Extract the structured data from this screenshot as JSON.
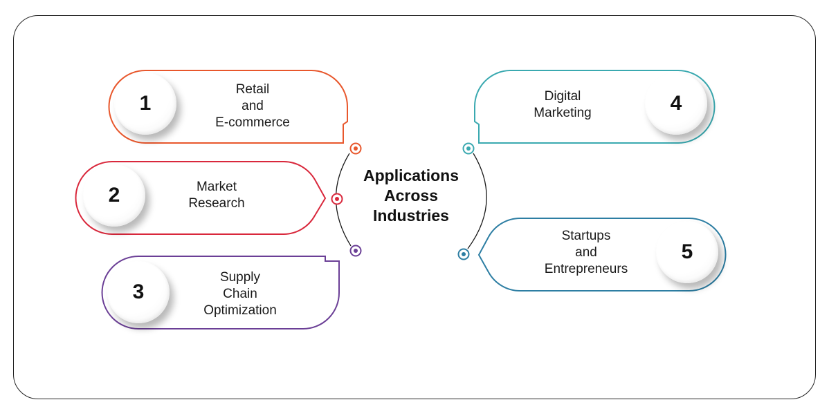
{
  "center": {
    "lines": [
      "Applications",
      "Across",
      "Industries"
    ]
  },
  "items": [
    {
      "number": "1",
      "lines": [
        "Retail",
        "and",
        "E-commerce"
      ],
      "color": "#e8572c"
    },
    {
      "number": "2",
      "lines": [
        "Market",
        "Research"
      ],
      "color": "#d9283c"
    },
    {
      "number": "3",
      "lines": [
        "Supply",
        "Chain",
        "Optimization"
      ],
      "color": "#6b3f96"
    },
    {
      "number": "4",
      "lines": [
        "Digital",
        "Marketing"
      ],
      "color": "#3aa9b0"
    },
    {
      "number": "5",
      "lines": [
        "Startups",
        "and",
        "Entrepreneurs"
      ],
      "color": "#2d7ea3"
    }
  ]
}
